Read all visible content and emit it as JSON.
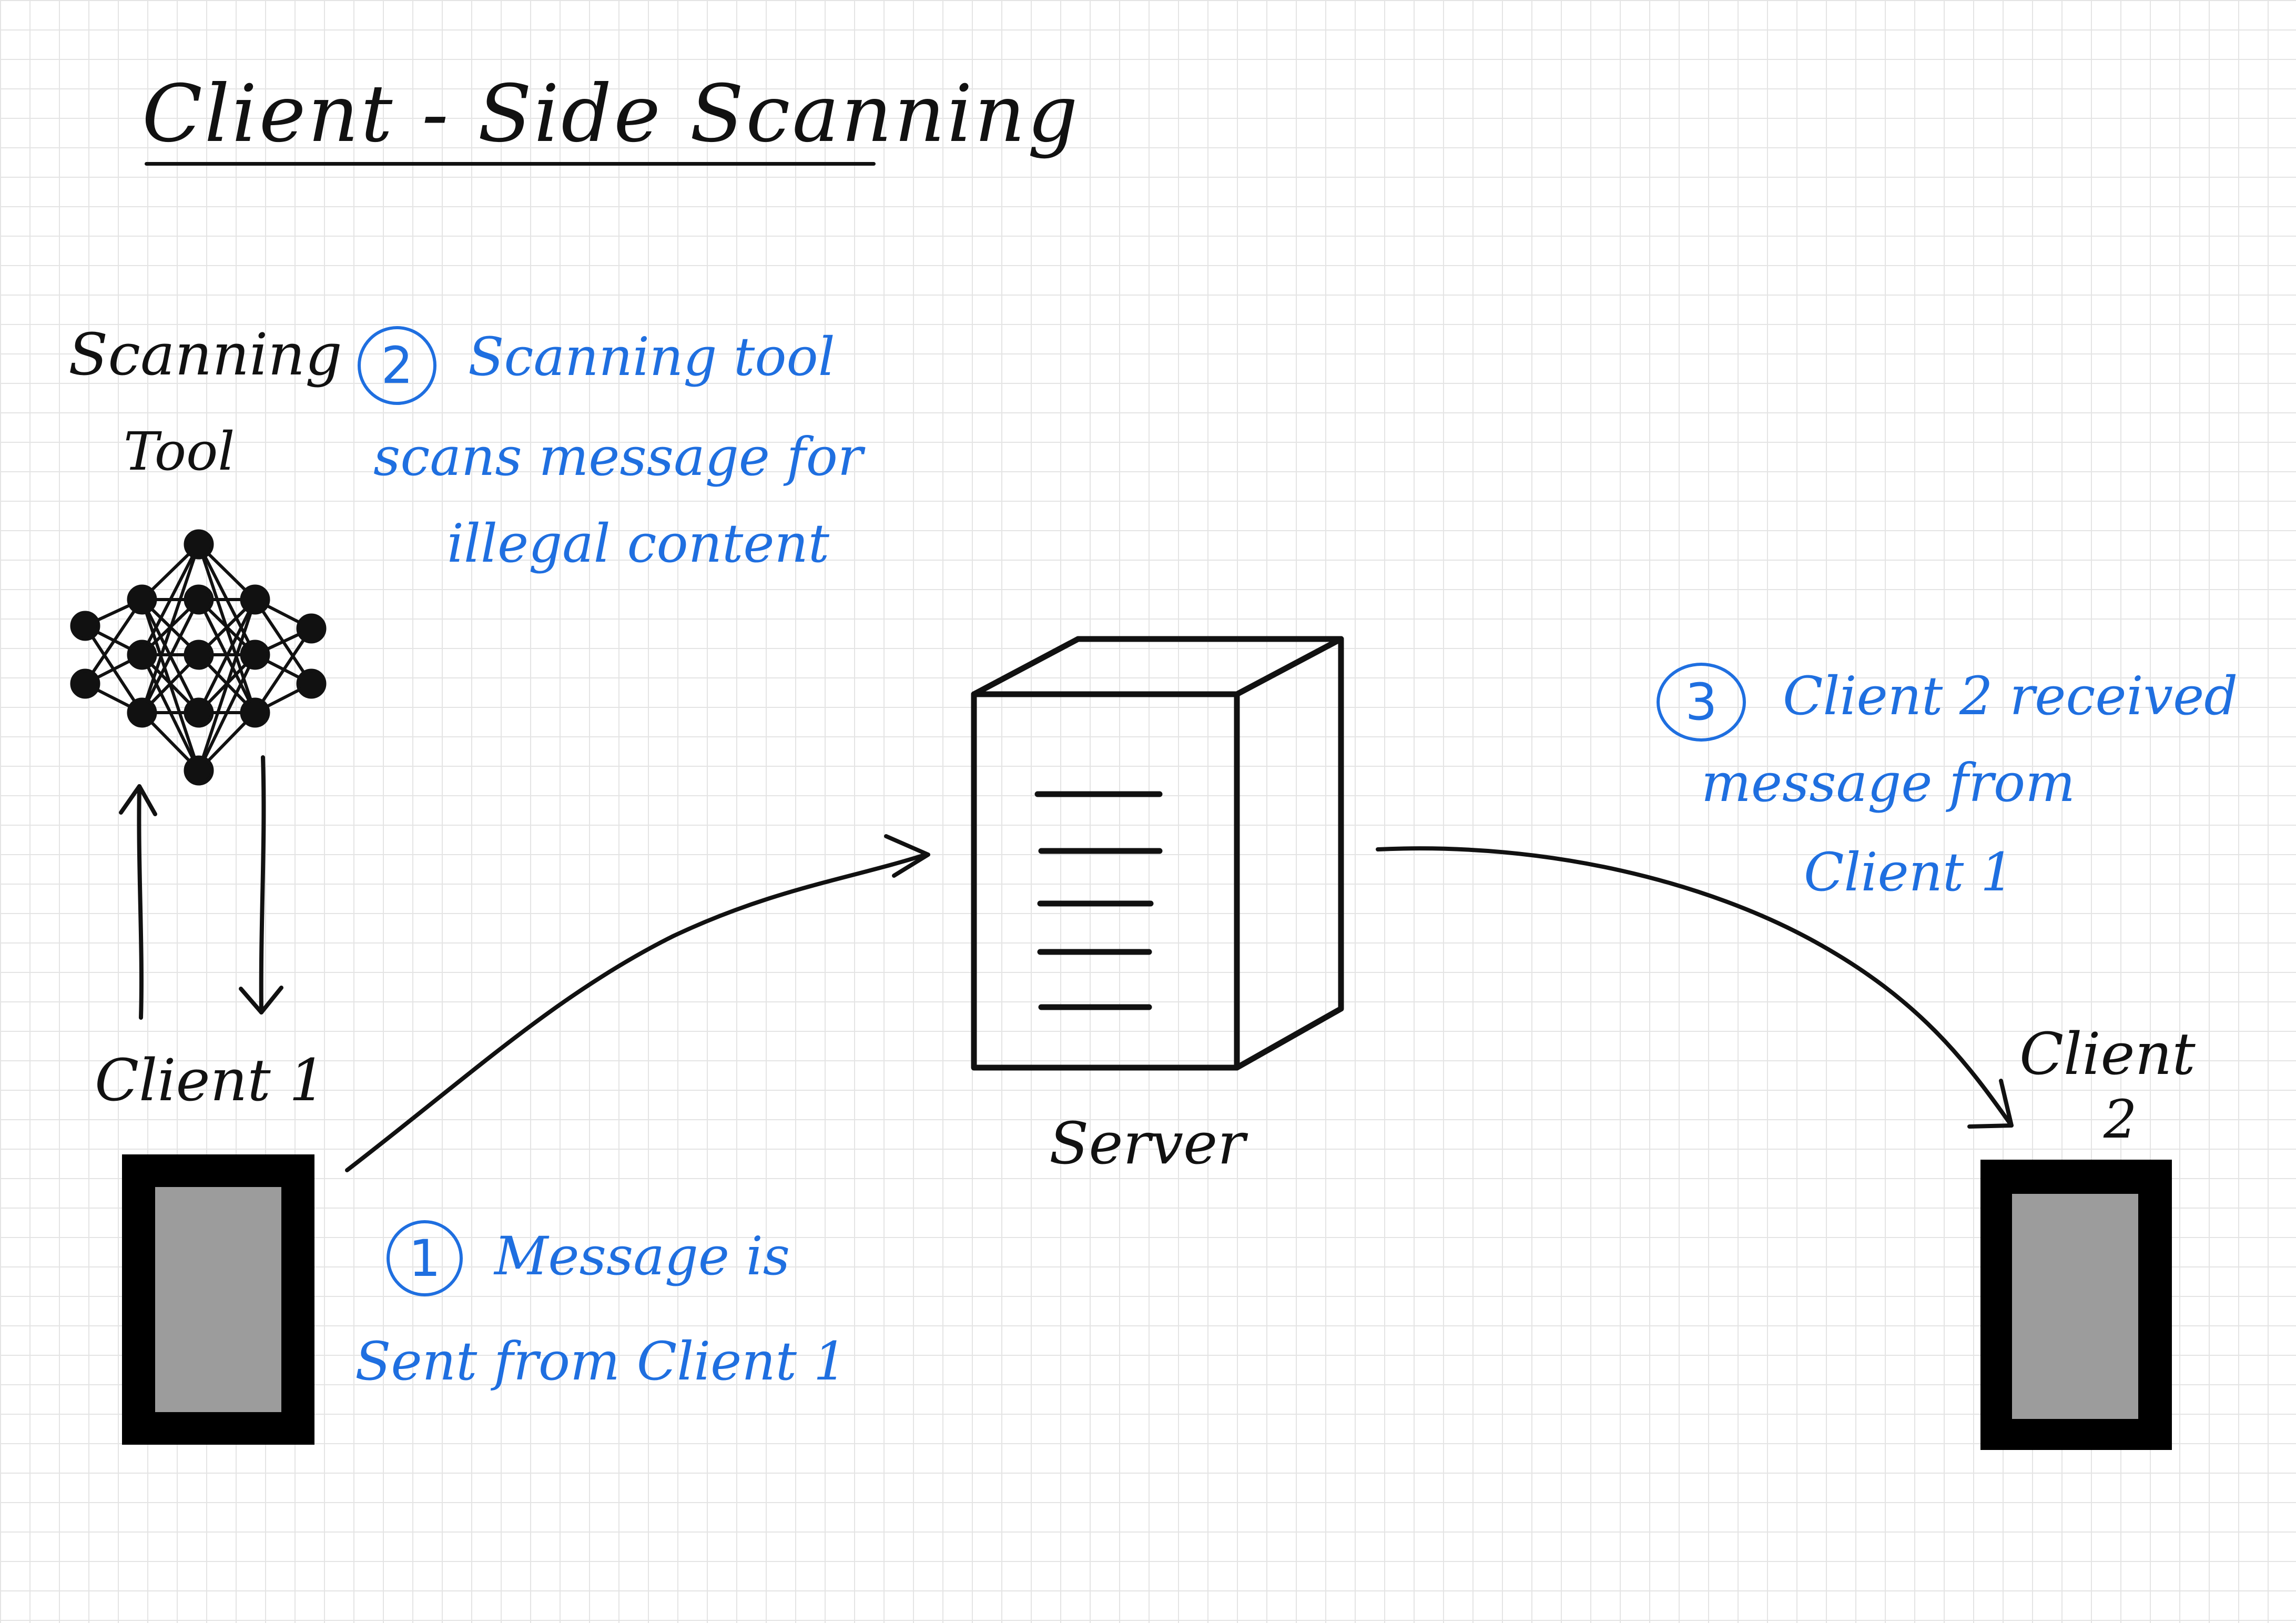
{
  "title": "Client - Side Scanning",
  "labels": {
    "scanning_tool_line1": "Scanning",
    "scanning_tool_line2": "Tool",
    "client1": "Client 1",
    "client2_line1": "Client",
    "client2_line2": "2",
    "server": "Server"
  },
  "steps": [
    {
      "number": "1",
      "line1": "Message is",
      "line2": "Sent from Client 1"
    },
    {
      "number": "2",
      "line1": "Scanning tool",
      "line2": "scans message for",
      "line3": "illegal content"
    },
    {
      "number": "3",
      "line1": "Client 2 received",
      "line2": "message from",
      "line3": "Client 1"
    }
  ],
  "icons": {
    "scanning_tool": "neural-network-icon",
    "server": "server-icon",
    "client1": "phone-icon",
    "client2": "phone-icon"
  },
  "colors": {
    "ink": "#111111",
    "annotation": "#1f6fe0",
    "device_body": "#000000",
    "device_screen": "#9c9c9c"
  }
}
